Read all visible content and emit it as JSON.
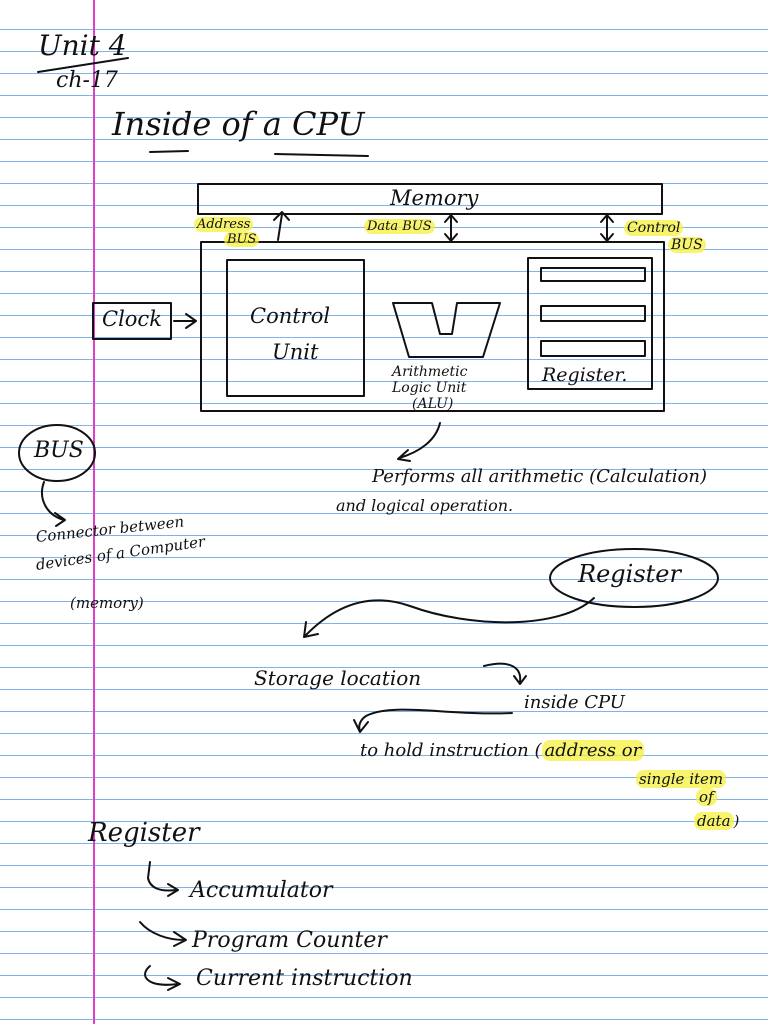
{
  "header": {
    "unit": "Unit 4",
    "chapter": "ch-17",
    "title": "Inside of a CPU"
  },
  "diagram": {
    "memory_label": "Memory",
    "address_bus_line1": "Address",
    "address_bus_line2": "BUS",
    "data_bus": "Data BUS",
    "control_bus_line1": "Control",
    "control_bus_line2": "BUS",
    "clock_label": "Clock",
    "control_unit_line1": "Control",
    "control_unit_line2": "Unit",
    "alu_line1": "Arithmetic",
    "alu_line2": "Logic Unit",
    "alu_line3": "(ALU)",
    "register_label": "Register."
  },
  "notes": {
    "alu_desc_line1": "Performs all arithmetic (Calculation)",
    "alu_desc_line2": "and logical operation.",
    "bus_bubble": "BUS",
    "bus_desc_line1": "Connector between",
    "bus_desc_line2": "devices of a Computer",
    "bus_desc_line3": "(memory)",
    "register_bubble": "Register",
    "storage_location": "Storage location",
    "inside_cpu": "inside CPU",
    "to_hold": "to hold instruction (",
    "address_or": "address or",
    "single_item": "single item",
    "of": "of",
    "data": "data",
    "close_paren": ")"
  },
  "register_types": {
    "heading": "Register",
    "items": [
      "Accumulator",
      "Program Counter",
      "Current instruction"
    ]
  },
  "colors": {
    "ink": "#111111",
    "ruled_line": "#7fb4ea",
    "margin_line": "#e040c8",
    "highlighter": "#f6f03c"
  }
}
